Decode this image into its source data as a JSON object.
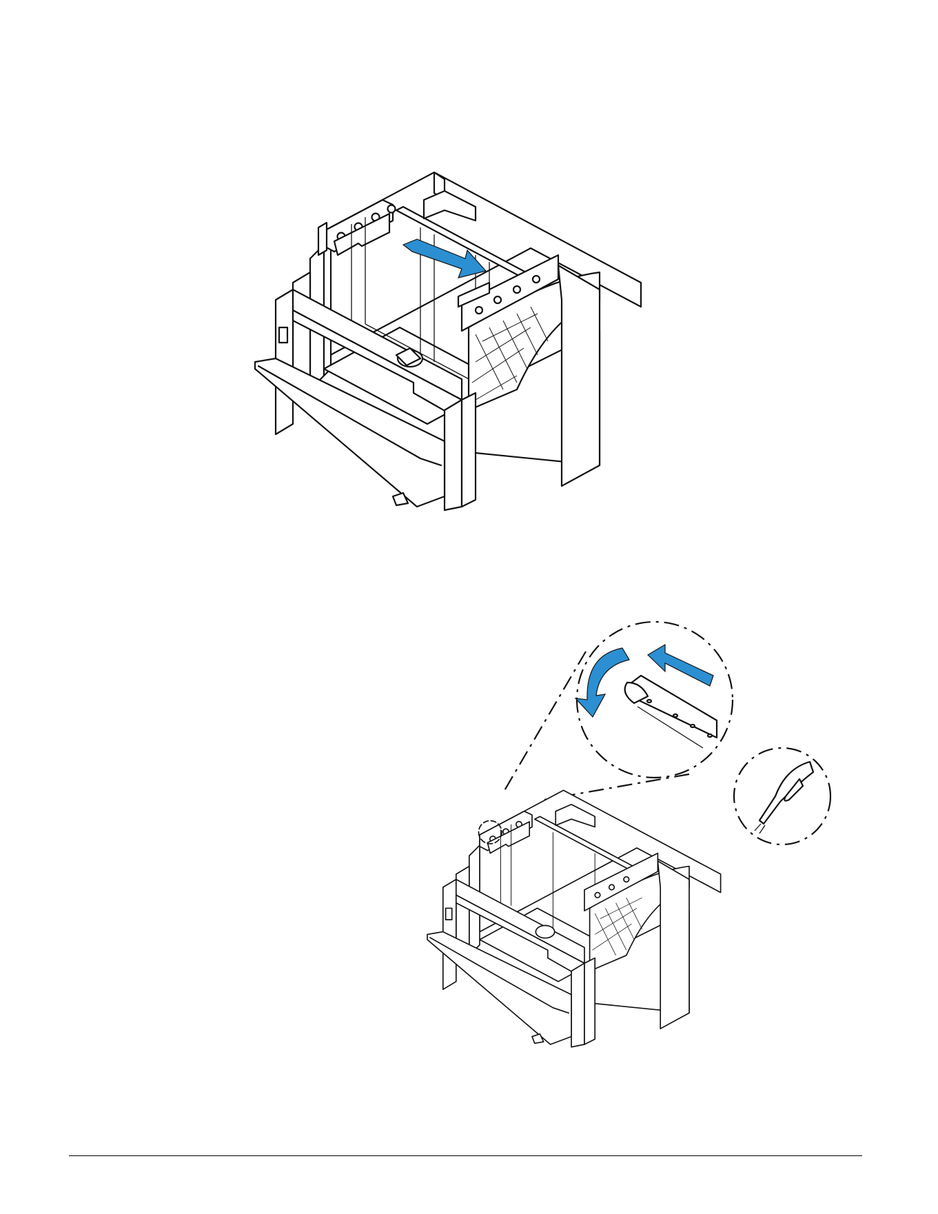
{
  "colors": {
    "arrow": "#2b8fd1",
    "line": "#111111",
    "background": "#ffffff"
  },
  "figures": [
    {
      "id": "top",
      "depicts": "cash-drawer-insert",
      "arrows": [
        "push-arrow"
      ]
    },
    {
      "id": "bottom",
      "depicts": "cash-drawer-rotate-detail",
      "arrows": [
        "rotate-arrow",
        "push-arrow"
      ],
      "tool": "pliers-icon"
    }
  ]
}
